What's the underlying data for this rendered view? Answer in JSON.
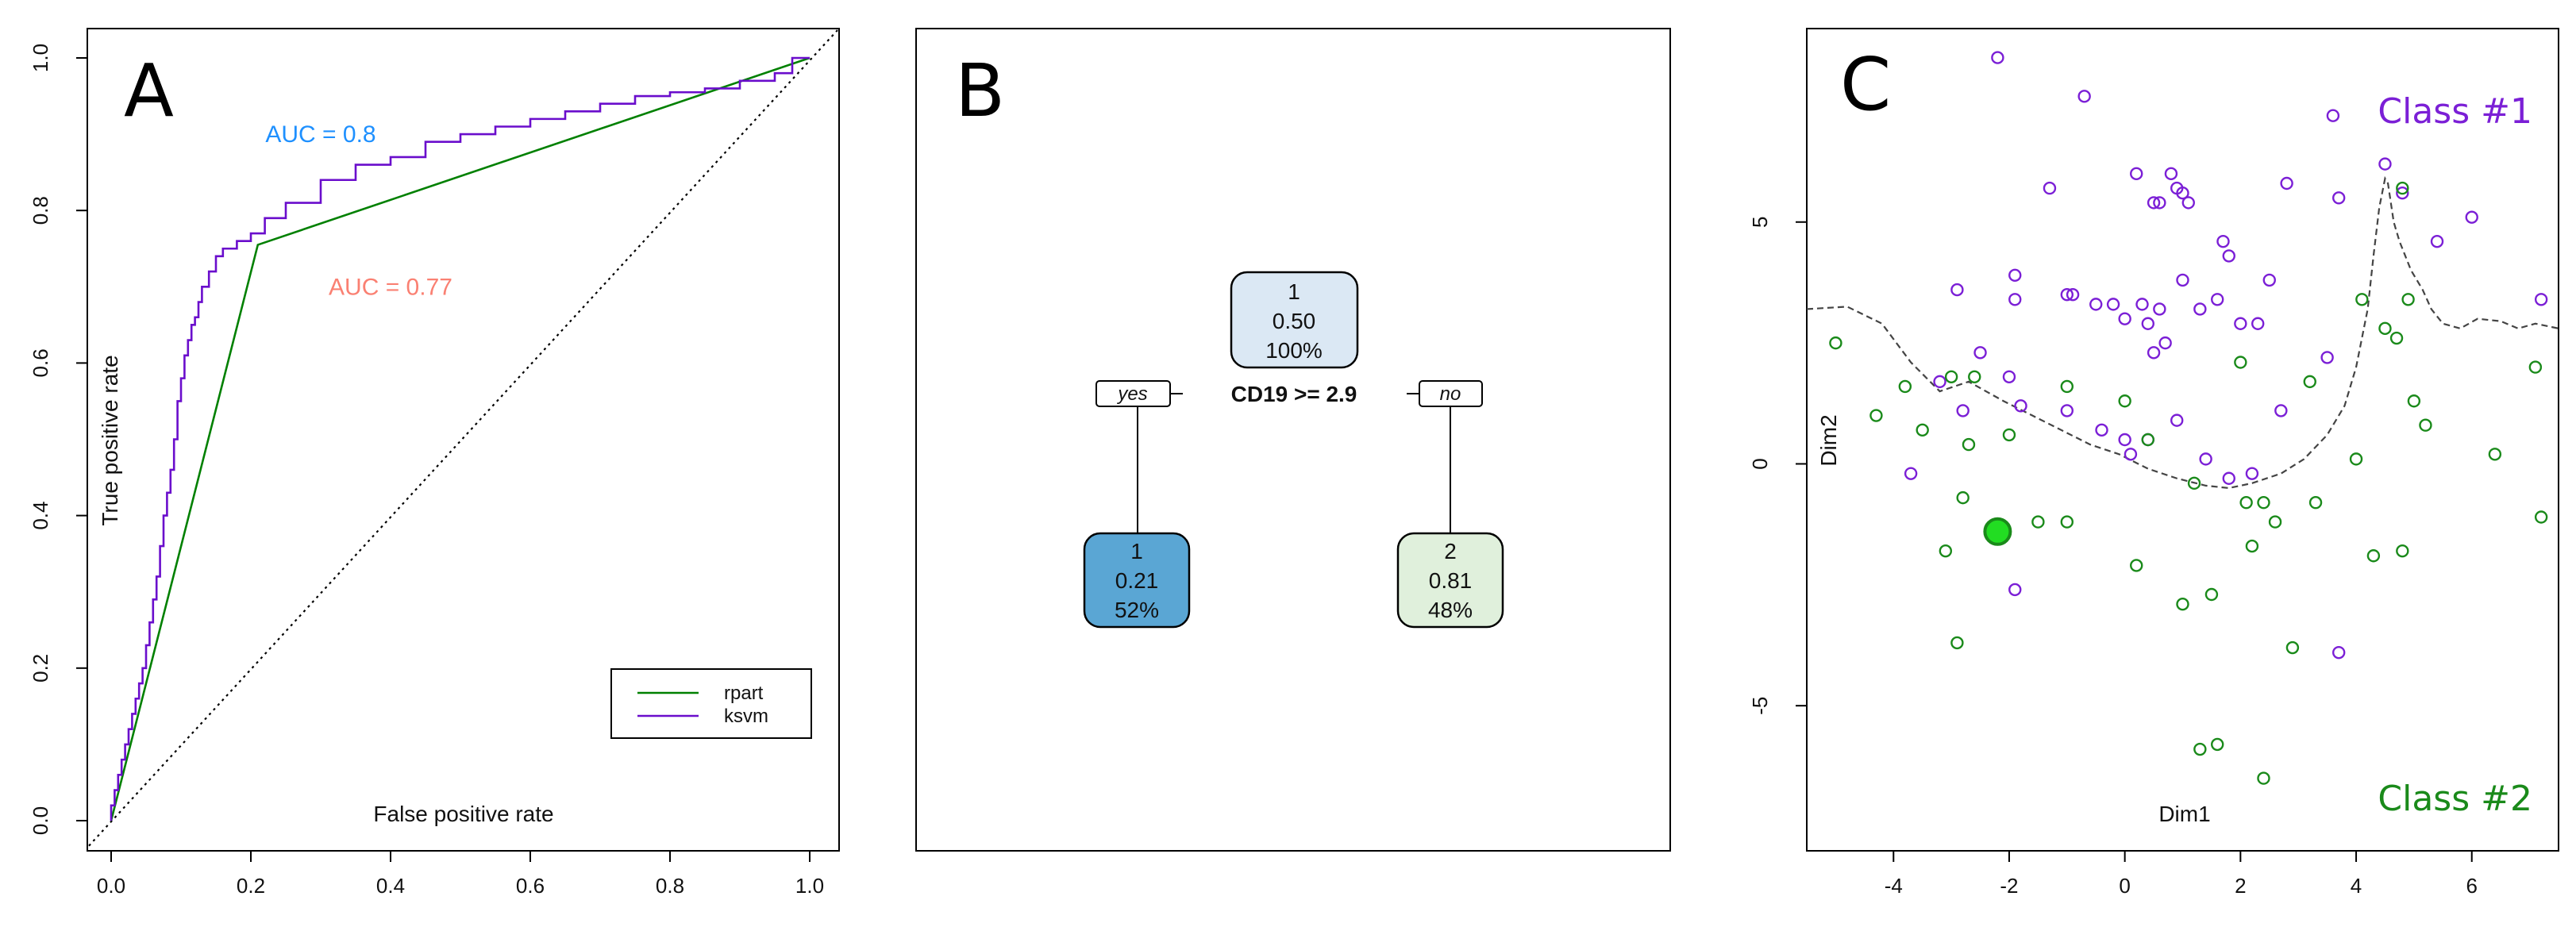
{
  "chart_data": [
    {
      "panel": "A",
      "type": "line",
      "xlabel": "False positive rate",
      "ylabel": "True positive rate",
      "xlim": [
        0,
        1
      ],
      "ylim": [
        0,
        1
      ],
      "x_ticks": [
        "0.0",
        "0.2",
        "0.4",
        "0.6",
        "0.8",
        "1.0"
      ],
      "y_ticks": [
        "0.0",
        "0.2",
        "0.4",
        "0.6",
        "0.8",
        "1.0"
      ],
      "legend": {
        "position": "bottom-right",
        "entries": [
          "rpart",
          "ksvm"
        ]
      },
      "annotations": [
        {
          "text": "AUC = 0.8",
          "color": "#1e90ff",
          "x": 0.3,
          "y": 0.9
        },
        {
          "text": "AUC = 0.77",
          "color": "#fa8072",
          "x": 0.4,
          "y": 0.7
        }
      ],
      "series": [
        {
          "name": "rpart",
          "color": "#008000",
          "x": [
            0,
            0.21,
            1
          ],
          "y": [
            0,
            0.755,
            1
          ]
        },
        {
          "name": "ksvm",
          "color": "#6a0dcc",
          "x": [
            0,
            0.005,
            0.01,
            0.015,
            0.02,
            0.025,
            0.03,
            0.035,
            0.04,
            0.045,
            0.05,
            0.055,
            0.06,
            0.065,
            0.07,
            0.075,
            0.08,
            0.085,
            0.09,
            0.095,
            0.1,
            0.105,
            0.11,
            0.115,
            0.12,
            0.125,
            0.13,
            0.14,
            0.15,
            0.16,
            0.18,
            0.2,
            0.22,
            0.25,
            0.3,
            0.35,
            0.4,
            0.45,
            0.5,
            0.55,
            0.6,
            0.65,
            0.7,
            0.75,
            0.8,
            0.85,
            0.9,
            0.95,
            0.975,
            1.0
          ],
          "y": [
            0,
            0.02,
            0.04,
            0.06,
            0.08,
            0.1,
            0.12,
            0.14,
            0.16,
            0.18,
            0.2,
            0.23,
            0.26,
            0.29,
            0.32,
            0.36,
            0.4,
            0.43,
            0.46,
            0.5,
            0.55,
            0.58,
            0.61,
            0.63,
            0.65,
            0.66,
            0.68,
            0.7,
            0.72,
            0.74,
            0.75,
            0.76,
            0.77,
            0.79,
            0.81,
            0.84,
            0.86,
            0.87,
            0.89,
            0.9,
            0.91,
            0.92,
            0.93,
            0.94,
            0.95,
            0.955,
            0.96,
            0.97,
            0.98,
            1.0
          ]
        }
      ],
      "reference_line": {
        "x": [
          0,
          1
        ],
        "y": [
          0,
          1
        ],
        "style": "dotted"
      }
    },
    {
      "panel": "B",
      "type": "tree",
      "split_label": "CD19 >= 2.9",
      "branch_labels": {
        "yes": "yes",
        "no": "no"
      },
      "nodes": [
        {
          "id": "root",
          "lines": [
            "1",
            "0.50",
            "100%"
          ],
          "fill": "#dbe8f4"
        },
        {
          "id": "left",
          "lines": [
            "1",
            "0.21",
            "52%"
          ],
          "fill": "#5aa6d4"
        },
        {
          "id": "right",
          "lines": [
            "2",
            "0.81",
            "48%"
          ],
          "fill": "#e0f0dc"
        }
      ]
    },
    {
      "panel": "C",
      "type": "scatter",
      "xlabel": "Dim1",
      "ylabel": "Dim2",
      "xlim": [
        -5.5,
        7.5
      ],
      "ylim": [
        -8,
        9
      ],
      "x_ticks": [
        -4,
        -2,
        0,
        2,
        4,
        6
      ],
      "y_ticks": [
        -5,
        0,
        5
      ],
      "class_labels": [
        {
          "text": "Class #1",
          "color": "#7b1fd6"
        },
        {
          "text": "Class #2",
          "color": "#1a8a1a"
        }
      ],
      "highlight_point": {
        "x": -2.2,
        "y": -1.4,
        "color": "#22dd22"
      },
      "series": [
        {
          "name": "Class #1",
          "color": "#7b1fd6",
          "x": [
            -2.2,
            -0.7,
            3.6,
            4.5,
            3.7,
            0.2,
            0.6,
            0.9,
            1.0,
            0.5,
            0.8,
            1.1,
            2.8,
            -1.3,
            -2.9,
            -1.9,
            -1.9,
            -1.0,
            -0.9,
            -0.5,
            -0.2,
            0.3,
            0.0,
            0.4,
            0.6,
            0.5,
            0.7,
            1.0,
            1.3,
            1.8,
            1.7,
            2.0,
            1.6,
            2.3,
            2.5,
            3.5,
            4.8,
            5.4,
            6.0,
            7.2,
            -2.5,
            -3.2,
            -2.8,
            -2.0,
            -1.8,
            -1.0,
            -0.4,
            0.0,
            0.1,
            0.4,
            0.9,
            1.4,
            2.7,
            3.7,
            2.2,
            1.8,
            -3.7,
            -1.9
          ],
          "y": [
            8.4,
            7.6,
            7.2,
            6.2,
            5.5,
            6.0,
            5.4,
            5.7,
            5.6,
            5.4,
            6.0,
            5.4,
            5.8,
            5.7,
            3.6,
            3.9,
            3.4,
            3.5,
            3.5,
            3.3,
            3.3,
            3.3,
            3.0,
            2.9,
            3.2,
            2.3,
            2.5,
            3.8,
            3.2,
            4.3,
            4.6,
            2.9,
            3.4,
            2.9,
            3.8,
            2.2,
            5.6,
            4.6,
            5.1,
            3.4,
            2.3,
            1.7,
            1.1,
            1.8,
            1.2,
            1.1,
            0.7,
            0.5,
            0.2,
            0.5,
            0.9,
            0.1,
            1.1,
            -3.9,
            -0.2,
            -0.3,
            -0.2,
            -2.6
          ]
        },
        {
          "name": "Class #2",
          "color": "#1a8a1a",
          "x": [
            -5.0,
            -4.3,
            -3.8,
            -3.5,
            -3.0,
            -2.8,
            -2.7,
            -2.6,
            -2.0,
            -1.0,
            -1.5,
            -1.0,
            0.0,
            0.2,
            0.4,
            1.0,
            1.2,
            1.5,
            1.6,
            2.0,
            2.1,
            2.2,
            2.4,
            2.6,
            2.9,
            3.2,
            3.3,
            4.0,
            4.3,
            4.5,
            4.7,
            4.8,
            4.9,
            5.0,
            5.2,
            6.4,
            7.1,
            7.2,
            4.8,
            4.1,
            2.4,
            1.3,
            -2.9,
            -3.1
          ],
          "y": [
            2.5,
            1.0,
            1.6,
            0.7,
            1.8,
            -0.7,
            0.4,
            1.8,
            0.6,
            1.6,
            -1.2,
            -1.2,
            1.3,
            -2.1,
            0.5,
            -2.9,
            -0.4,
            -2.7,
            -5.8,
            2.1,
            -0.8,
            -1.7,
            -0.8,
            -1.2,
            -3.8,
            1.7,
            -0.8,
            0.1,
            -1.9,
            2.8,
            2.6,
            5.7,
            3.4,
            1.3,
            0.8,
            0.2,
            2.0,
            -1.1,
            -1.8,
            3.4,
            -6.5,
            -5.9,
            -3.7,
            -1.8
          ]
        }
      ],
      "decision_boundary": {
        "style": "dashed",
        "x": [
          -5.5,
          -4.8,
          -4.2,
          -3.7,
          -3.2,
          -2.7,
          -2.1,
          -1.6,
          -1.1,
          -0.6,
          -0.1,
          0.4,
          0.9,
          1.4,
          1.8,
          2.2,
          2.7,
          3.1,
          3.5,
          3.8,
          4.0,
          4.2,
          4.3,
          4.4,
          4.5,
          4.55,
          4.6,
          4.65,
          4.75,
          4.85,
          4.95,
          5.05,
          5.15,
          5.3,
          5.5,
          5.8,
          6.1,
          6.5,
          6.8,
          7.1,
          7.5
        ],
        "y": [
          3.2,
          3.25,
          2.9,
          2.1,
          1.5,
          1.7,
          1.3,
          1.0,
          0.7,
          0.4,
          0.2,
          -0.1,
          -0.3,
          -0.45,
          -0.5,
          -0.4,
          -0.2,
          0.1,
          0.6,
          1.2,
          2.0,
          3.2,
          4.3,
          5.3,
          5.9,
          5.8,
          5.4,
          5.0,
          4.6,
          4.3,
          4.0,
          3.8,
          3.6,
          3.2,
          2.9,
          2.8,
          3.0,
          2.95,
          2.8,
          2.9,
          2.8
        ]
      }
    }
  ],
  "panels": {
    "a": {
      "letter": "A"
    },
    "b": {
      "letter": "B"
    },
    "c": {
      "letter": "C"
    }
  }
}
